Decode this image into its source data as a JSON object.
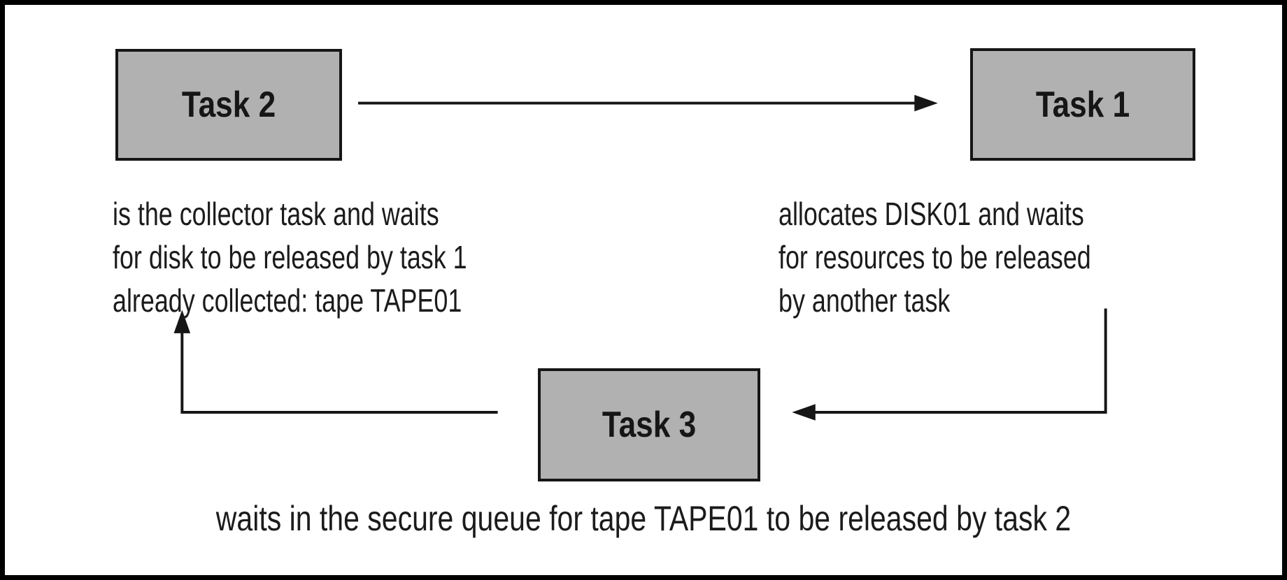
{
  "diagram_title": "task deadlock circular wait",
  "nodes": [
    {
      "id": "task2",
      "label": "Task 2"
    },
    {
      "id": "task1",
      "label": "Task 1"
    },
    {
      "id": "task3",
      "label": "Task 3"
    }
  ],
  "notes": {
    "task2": [
      "is the collector task and waits",
      "for disk to be released by task 1",
      "already collected: tape TAPE01"
    ],
    "task1": [
      "allocates DISK01 and waits",
      "for resources to be released",
      "by another task"
    ],
    "task3": "waits in the secure queue for tape TAPE01 to be released by task 2"
  },
  "edges": [
    {
      "from": "Task 2",
      "to": "Task 1"
    },
    {
      "from": "Task 1",
      "to": "Task 3"
    },
    {
      "from": "Task 3",
      "to": "Task 2"
    }
  ],
  "colors": {
    "background": "#ffffff",
    "frame": "#000000",
    "node_fill": "#b1b1b1",
    "node_border": "#161616",
    "connector": "#161616",
    "text": "#1b1b1b"
  }
}
